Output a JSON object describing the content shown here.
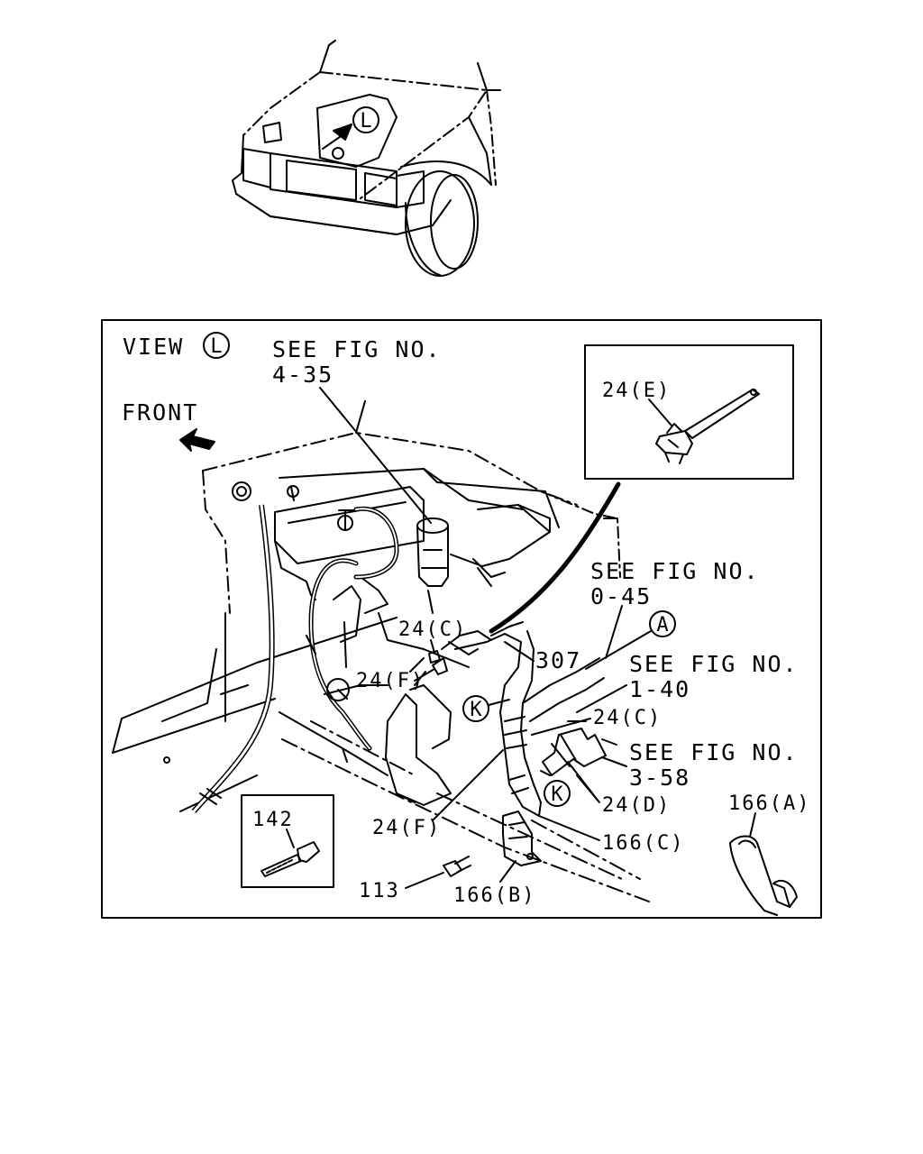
{
  "view": {
    "prefix": "VIEW",
    "letter": "L"
  },
  "front_label": "FRONT",
  "overview_marker": "L",
  "see_fig": {
    "f435": {
      "line1": "SEE FIG NO.",
      "line2": "4-35"
    },
    "f045": {
      "line1": "SEE FIG NO.",
      "line2": "0-45"
    },
    "f140": {
      "line1": "SEE FIG NO.",
      "line2": "1-40"
    },
    "f358": {
      "line1": "SEE FIG NO.",
      "line2": "3-58"
    }
  },
  "parts": {
    "p24e": "24(E)",
    "p24c_upper": "24(C)",
    "p24f_upper": "24(F)",
    "p307": "307",
    "p24c_right": "24(C)",
    "p24d": "24(D)",
    "p24f_lower": "24(F)",
    "p166a": "166(A)",
    "p166c": "166(C)",
    "p166b": "166(B)",
    "p113": "113",
    "p142": "142"
  },
  "markers": {
    "a": "A",
    "k": "K"
  },
  "colors": {
    "line": "#000000",
    "background": "#ffffff"
  }
}
